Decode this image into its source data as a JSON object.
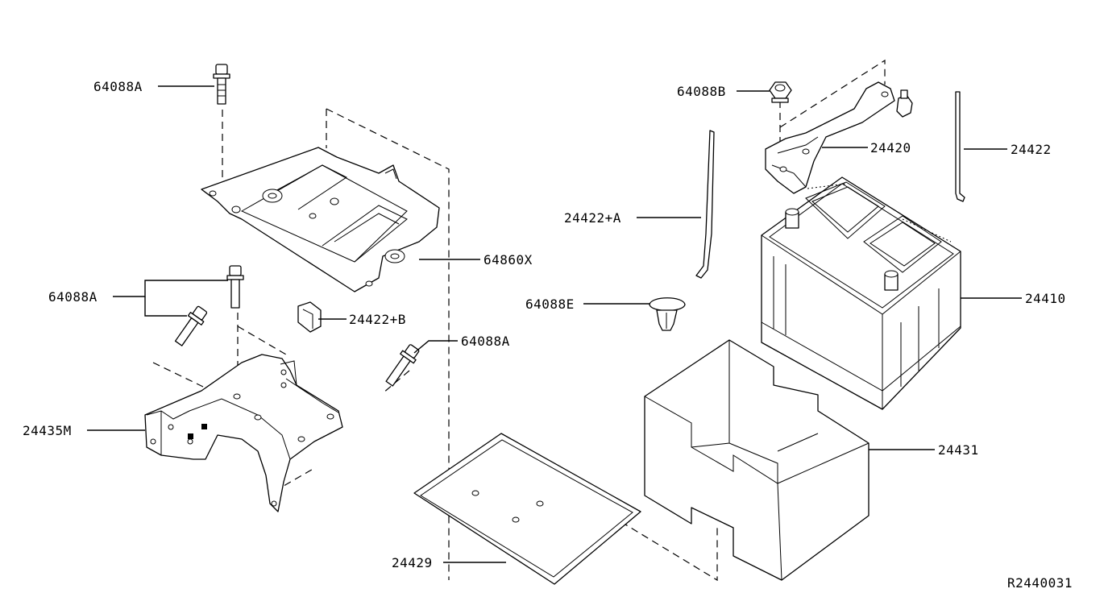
{
  "diagram": {
    "ref_code": "R2440031",
    "part_labels": {
      "bolt_top": "64088A",
      "tray_upper": "64860X",
      "bolt_left": "64088A",
      "clip_b": "24422+B",
      "bolt_mid": "64088A",
      "bracket": "24435M",
      "tray_lower": "24429",
      "nut": "64088B",
      "hold_down": "24420",
      "rod_right": "24422",
      "rod_a": "24422+A",
      "clip_e": "64088E",
      "battery": "24410",
      "cover": "24431"
    }
  }
}
